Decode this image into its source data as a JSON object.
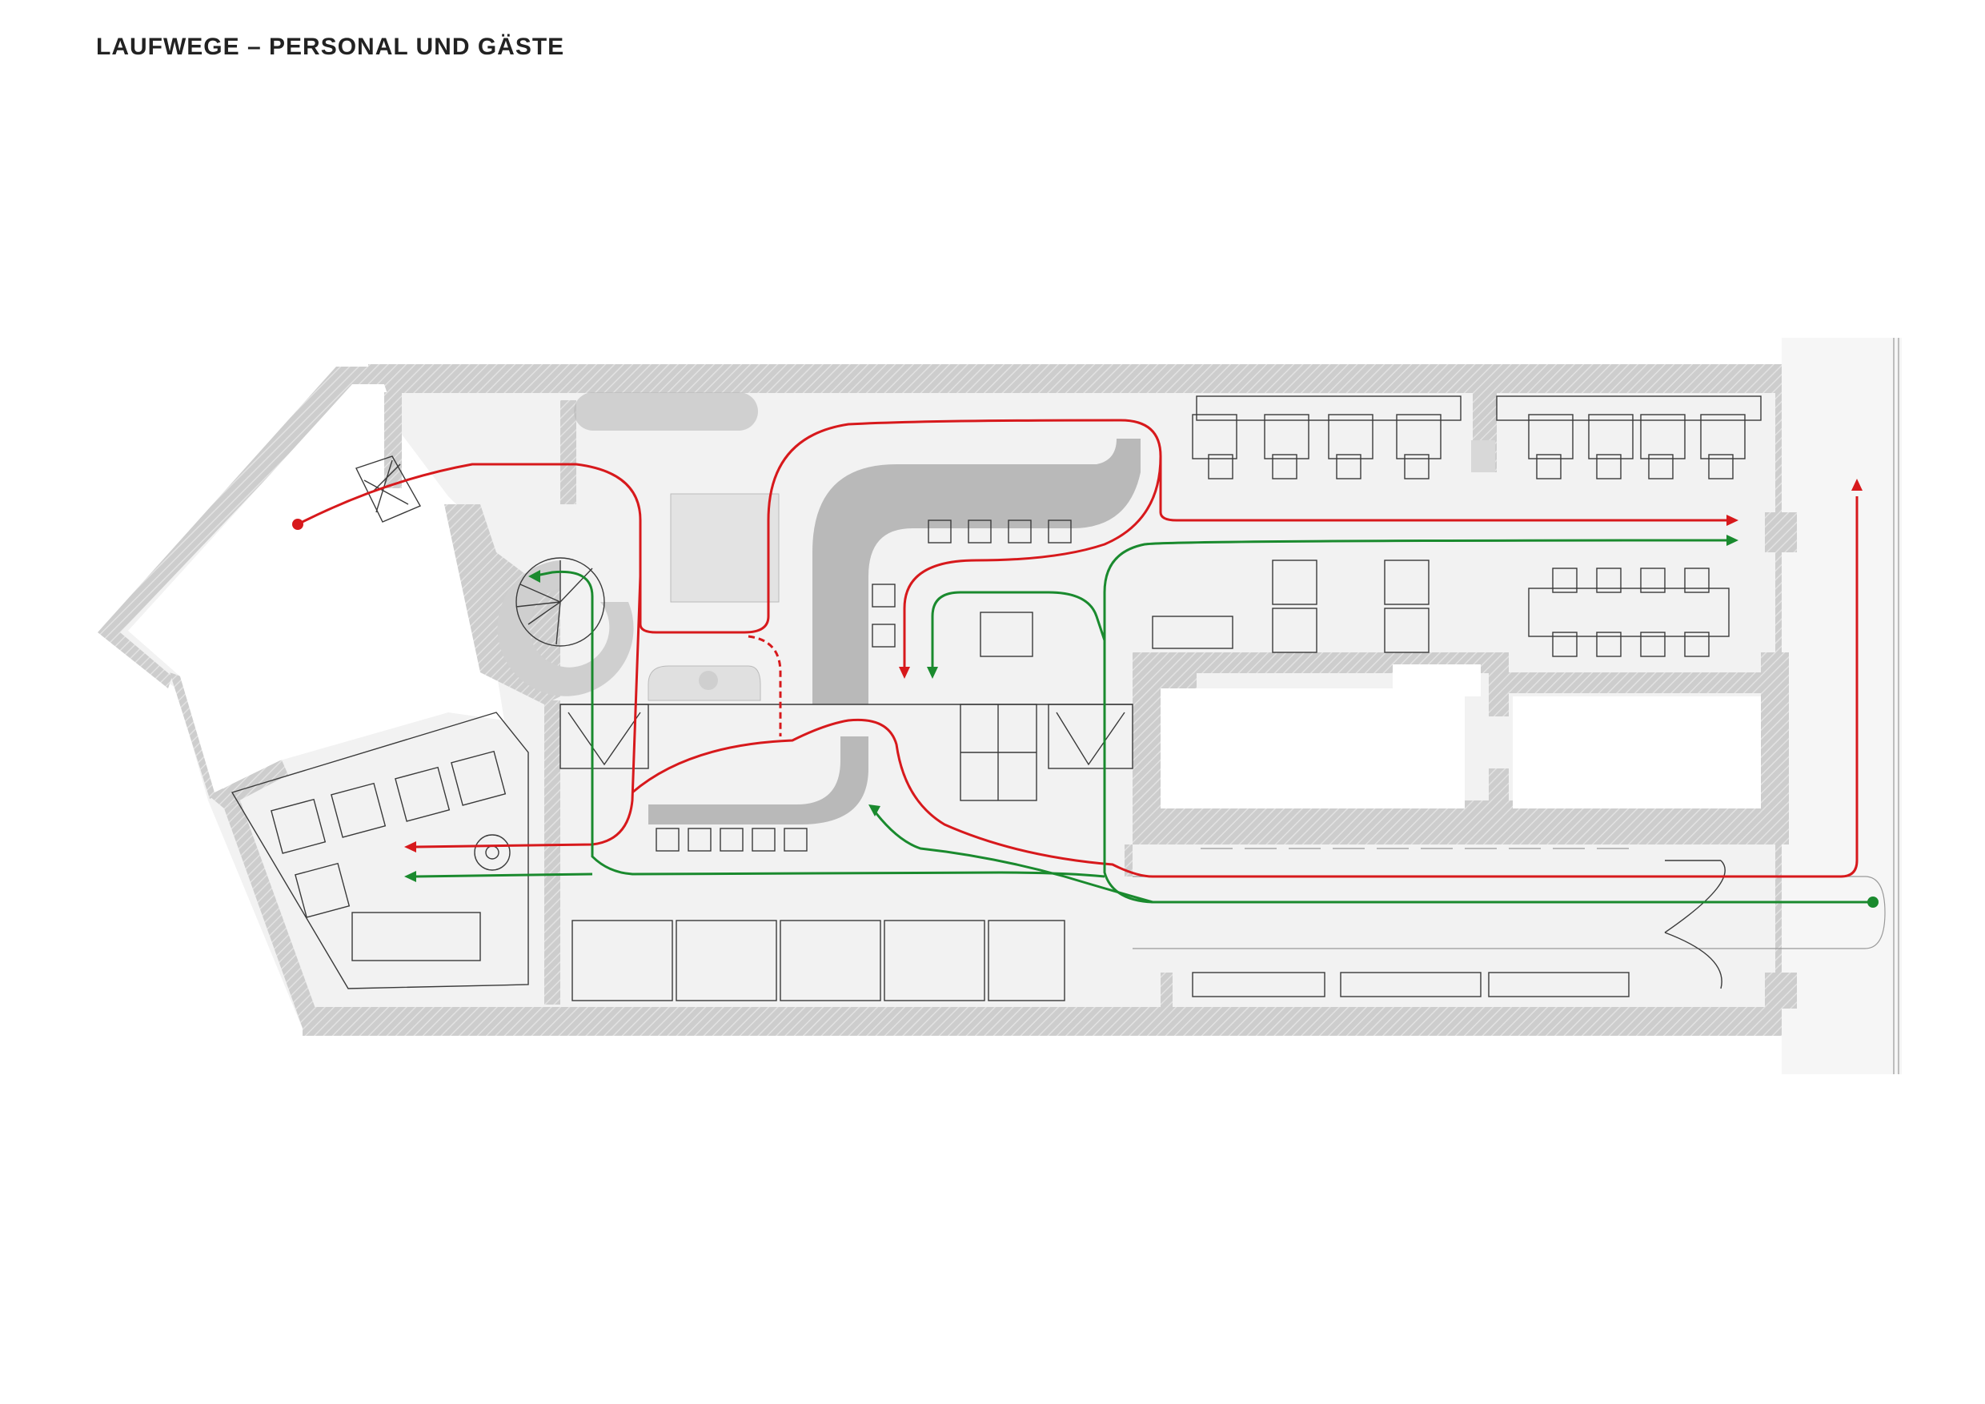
{
  "page": {
    "title": "LAUFWEGE – PERSONAL UND GÄSTE"
  },
  "colors": {
    "staff_route": "#d7191c",
    "guest_route": "#1a8a2e",
    "wall": "#cfcfcf",
    "floor": "#f2f2f2",
    "furniture_line": "#3a3a3a"
  },
  "icons": {
    "staff_start": "red-dot",
    "guest_start": "green-dot",
    "route_end": "arrowhead"
  }
}
